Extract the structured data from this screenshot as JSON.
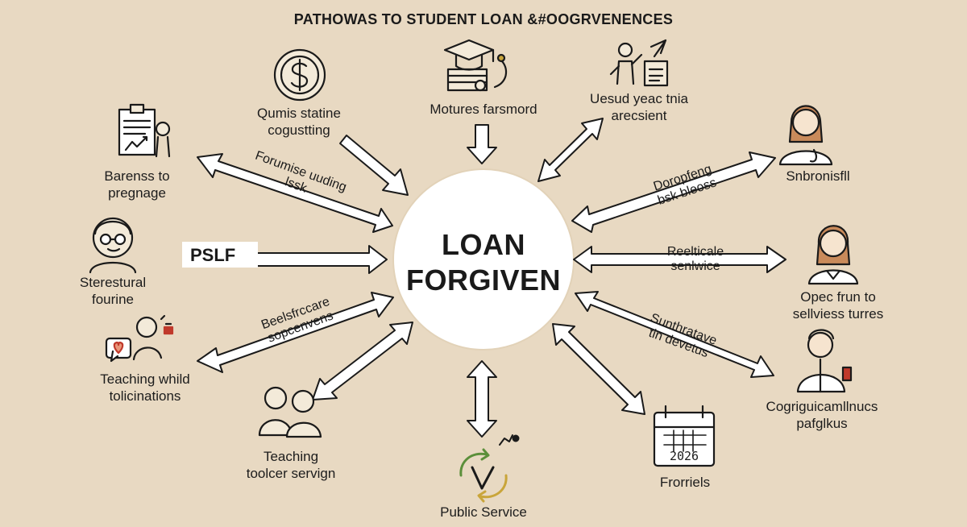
{
  "title": "PATHOWAS TO STUDENT LOAN &#OOGRVENENCES",
  "center": {
    "line1": "LOAN",
    "line2": "FORGIVEN"
  },
  "pslf_label": "PSLF",
  "nodes": {
    "top_left": {
      "line1": "Qumis statine",
      "line2": "cogustting"
    },
    "top_center": {
      "line1": "Motures farsmord"
    },
    "top_right": {
      "line1": "Uesud yeac tnia",
      "line2": "arecsient"
    },
    "left_upper": {
      "line1": "Barenss to",
      "line2": "pregnage"
    },
    "left_middle": {
      "line1": "Sterestural",
      "line2": "fourine"
    },
    "left_lower": {
      "line1": "Teaching whild",
      "line2": "tolicinations"
    },
    "bottom_left": {
      "line1": "Teaching",
      "line2": "toolcer servign"
    },
    "bottom_center": {
      "line1": "Public Service"
    },
    "bottom_right": {
      "line1": "Frorriels",
      "year": "2026"
    },
    "right_upper": {
      "line1": "Snbronisfll"
    },
    "right_middle": {
      "line1": "Opec frun to",
      "line2": "sellviess turres"
    },
    "right_lower": {
      "line1": "Cogriguicamllnucs",
      "line2": "pafglkus"
    }
  },
  "arrow_labels": {
    "upper_left": {
      "line1": "Forumise uuding",
      "line2": "lssk"
    },
    "upper_right": {
      "line1": "Doropfeng",
      "line2": "bsk bleoss"
    },
    "middle_right": {
      "line1": "Reelticale",
      "line2": "senlwice"
    },
    "lower_left": {
      "line1": "Beelsfrccare",
      "line2": "sopcenvens"
    },
    "lower_right": {
      "line1": "Sunthratave",
      "line2": "tin devetus"
    }
  },
  "colors": {
    "background": "#e8d9c2",
    "arrow_fill": "#ffffff",
    "stroke": "#1a1a1a",
    "accent_green": "#5b8f3a",
    "accent_gold": "#c9a53a"
  }
}
